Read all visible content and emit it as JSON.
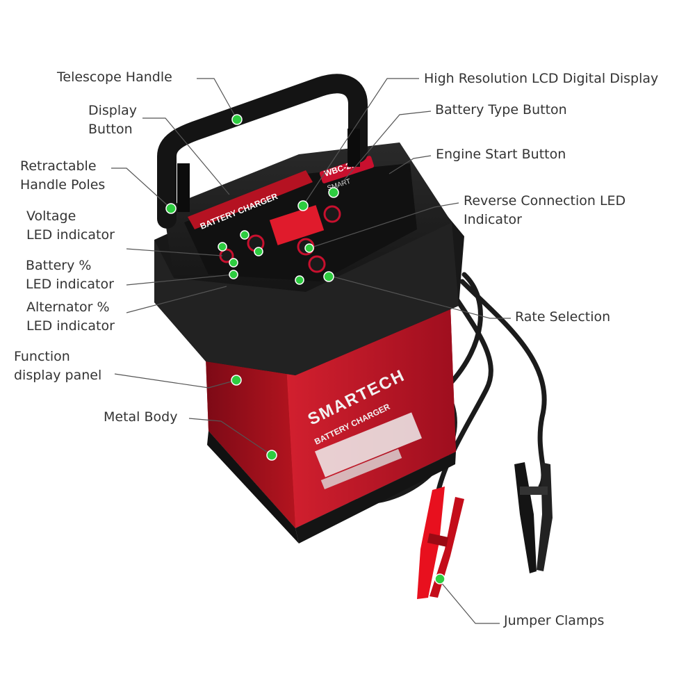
{
  "colors": {
    "chassis_red": "#c8102e",
    "panel_black": "#1e1e1e",
    "marker_green": "#2ecc40",
    "leader_gray": "#555555",
    "text": "#333333"
  },
  "device": {
    "panel_title": "BATTERY CHARGER",
    "model": "WBC-275",
    "brand_top": "SMART",
    "brand_side": "SMARTECH",
    "side_caption": "BATTERY CHARGER"
  },
  "callouts": [
    {
      "id": "telescope-handle",
      "lines": [
        "Telescope Handle"
      ]
    },
    {
      "id": "display-button",
      "lines": [
        "Display",
        "Button"
      ]
    },
    {
      "id": "retractable-handle-poles",
      "lines": [
        "Retractable",
        "Handle Poles"
      ]
    },
    {
      "id": "voltage-led-indicator",
      "lines": [
        "Voltage",
        "LED indicator"
      ]
    },
    {
      "id": "battery-led-indicator",
      "lines": [
        "Battery %",
        "LED indicator"
      ]
    },
    {
      "id": "alternator-led-indicator",
      "lines": [
        "Alternator %",
        "LED indicator"
      ]
    },
    {
      "id": "function-display-panel",
      "lines": [
        "Function",
        "display panel"
      ]
    },
    {
      "id": "metal-body",
      "lines": [
        "Metal Body"
      ]
    },
    {
      "id": "lcd-digital-display",
      "lines": [
        "High Resolution LCD Digital Display"
      ]
    },
    {
      "id": "battery-type-button",
      "lines": [
        "Battery Type Button"
      ]
    },
    {
      "id": "engine-start-button",
      "lines": [
        "Engine Start Button"
      ]
    },
    {
      "id": "reverse-connection-led",
      "lines": [
        "Reverse Connection LED",
        "Indicator"
      ]
    },
    {
      "id": "rate-selection",
      "lines": [
        "Rate Selection"
      ]
    },
    {
      "id": "jumper-clamps",
      "lines": [
        "Jumper Clamps"
      ]
    }
  ]
}
